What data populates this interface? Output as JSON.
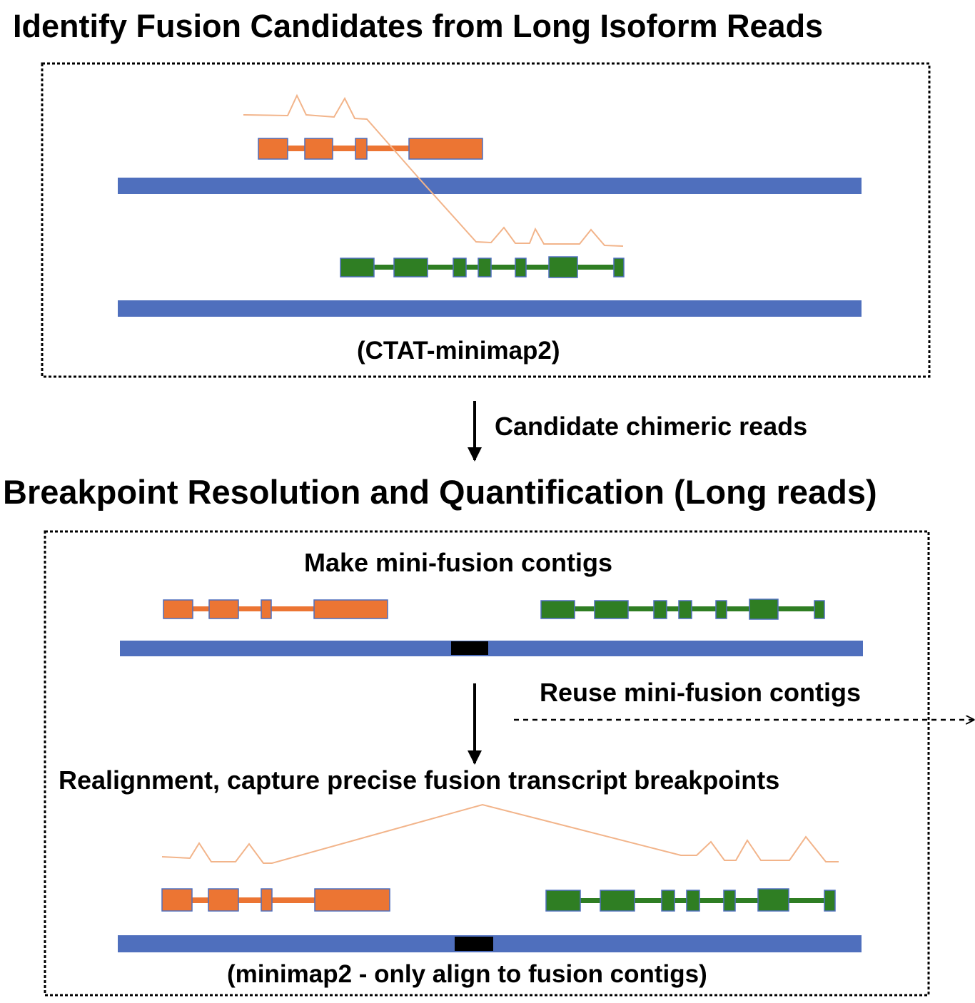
{
  "titles": {
    "identify": "Identify Fusion Candidates from Long Isoform Reads",
    "breakpoint": "Breakpoint Resolution and Quantification (Long reads)"
  },
  "labels": {
    "ctat_minimap2": "(CTAT-minimap2)",
    "candidate_reads": "Candidate chimeric reads",
    "make_contigs": "Make mini-fusion contigs",
    "reuse_contigs": "Reuse mini-fusion contigs",
    "realignment": "Realignment, capture precise fusion transcript breakpoints",
    "minimap2_fusion": "(minimap2 - only align to fusion contigs)"
  },
  "colors": {
    "genome": "#4f6fbd",
    "geneA": "#ec7533",
    "geneA_border": "#4f6fbd",
    "geneB": "#2f7e23",
    "geneB_border": "#4f6fbd",
    "read": "#f2b48a",
    "breakpoint": "#000000",
    "arrow": "#000000"
  }
}
